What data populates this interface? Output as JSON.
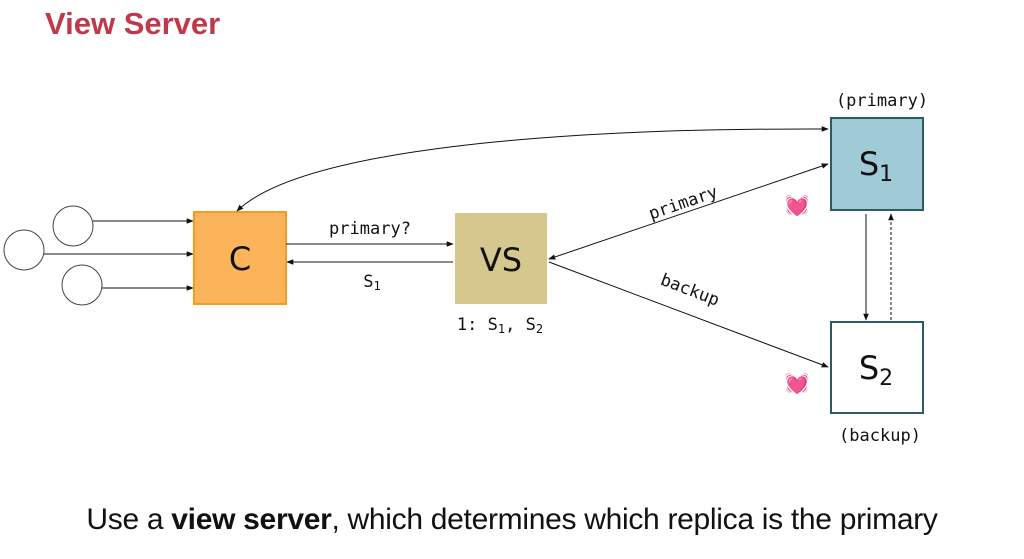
{
  "title": "View Server",
  "caption": {
    "prefix": "Use a ",
    "bold": "view server",
    "suffix": ", which determines which replica is the primary"
  },
  "diagram": {
    "nodes": {
      "client": {
        "label": "C",
        "color": "#fbb45a",
        "border": "#f59a23"
      },
      "view_server": {
        "label": "VS",
        "color": "#d6c78e",
        "view_text": "1: S",
        "view_s1_sub": "1",
        "view_sep": ", S",
        "view_s2_sub": "2"
      },
      "s1": {
        "label": "S",
        "sub": "1",
        "role": "(primary)",
        "color": "#9fcad6",
        "border": "#2e5a66"
      },
      "s2": {
        "label": "S",
        "sub": "2",
        "role": "(backup)",
        "color": "#ffffff",
        "border": "#2e5a66"
      }
    },
    "edges": {
      "client_to_vs": "primary?",
      "vs_to_client": "S",
      "vs_to_client_sub": "1",
      "vs_to_s1": "primary",
      "vs_to_s2": "backup"
    },
    "heartbeat_icon": "beating-heart-icon",
    "heartbeat_glyph": "💓",
    "user_count": 3
  }
}
